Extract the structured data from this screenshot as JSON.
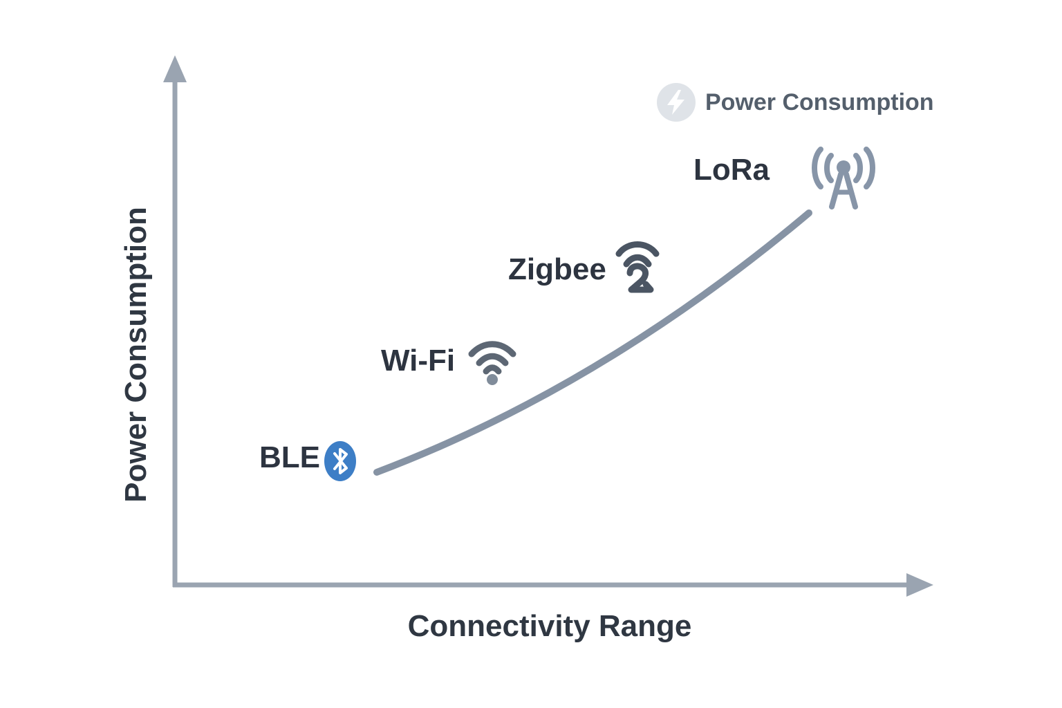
{
  "chart_data": {
    "type": "line",
    "title": "",
    "xlabel": "Connectivity Range",
    "ylabel": "Power Consumption",
    "axes": {
      "style": "arrowheads",
      "ticks": false,
      "grid": false,
      "color": "#9aa4b1"
    },
    "curve": {
      "description": "smooth monotonically increasing curve: power consumption rises with connectivity range",
      "color": "#8693a4",
      "x_norm": [
        0.27,
        0.46,
        0.65,
        0.84
      ],
      "y_norm": [
        0.21,
        0.36,
        0.53,
        0.7
      ]
    },
    "legend": {
      "position": "top-right",
      "label": "Power Consumption",
      "icon": "lightning-bolt-icon",
      "icon_bg": "#dfe3e8",
      "icon_fg": "#ffffff",
      "text_color": "#545f6c"
    },
    "points": [
      {
        "label": "BLE",
        "icon": "bluetooth-icon",
        "icon_color": "#3d7ec6",
        "range_rank": 1,
        "power_rank": 1
      },
      {
        "label": "Wi-Fi",
        "icon": "wifi-icon",
        "icon_color": "#5d6774",
        "range_rank": 2,
        "power_rank": 2
      },
      {
        "label": "Zigbee",
        "icon": "zigbee-icon",
        "icon_color": "#4b5563",
        "range_rank": 3,
        "power_rank": 3
      },
      {
        "label": "LoRa",
        "icon": "antenna-tower-icon",
        "icon_color": "#8795a8",
        "range_rank": 4,
        "power_rank": 4
      }
    ],
    "label_color": "#2d3440"
  }
}
